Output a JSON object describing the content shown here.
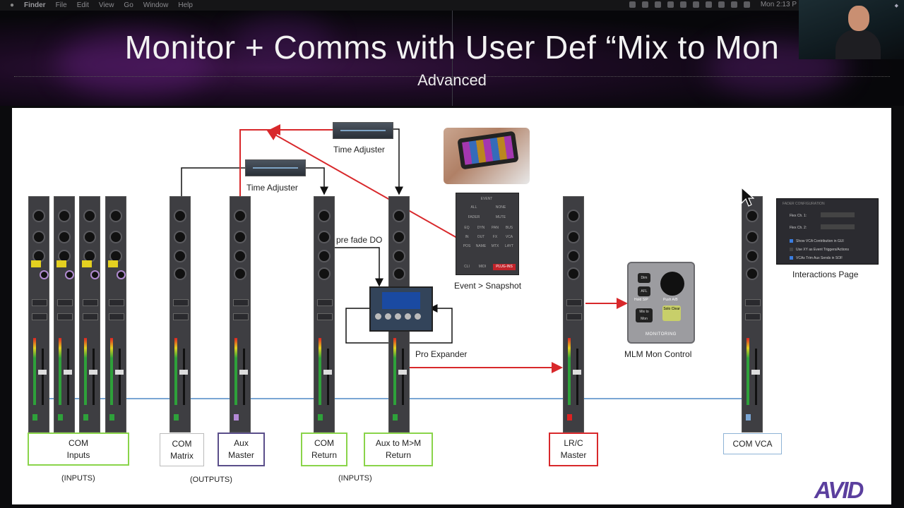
{
  "menubar": {
    "items": [
      "Finder",
      "File",
      "Edit",
      "View",
      "Go",
      "Window",
      "Help"
    ],
    "clock": "Mon 2:13 P"
  },
  "slide": {
    "title": "Monitor + Comms with User Def “Mix to Mon",
    "subtitle": "Advanced"
  },
  "diagram": {
    "time_adjuster_1": "Time Adjuster",
    "time_adjuster_2": "Time Adjuster",
    "pre_fade": "pre fade DO",
    "pro_expander": "Pro Expander",
    "event_snapshot": "Event > Snapshot",
    "mlm_mon_control": "MLM Mon Control",
    "interactions_page": "Interactions Page",
    "outputs_note": "(OUTPUTS)",
    "inputs_note_1": "(INPUTS)",
    "inputs_note_2": "(INPUTS)",
    "boxes": {
      "com_inputs": "COM\nInputs",
      "com_matrix": "COM\nMatrix",
      "aux_master": "Aux\nMaster",
      "com_return": "COM\nReturn",
      "aux_to_mm_return": "Aux to M>M\nReturn",
      "lrc_master": "LR/C\nMaster",
      "com_vca": "COM VCA"
    },
    "mlm_panel": {
      "dim": "Dim",
      "afl": "AFL",
      "hold_sip": "Hold SIP",
      "push_ab": "Push A/B",
      "mix_to_mon": "Mix to Mon",
      "solo_clear": "Solo Clear",
      "footer": "MONITORING"
    },
    "event_panel": {
      "header": "EVENT",
      "cells": [
        "ALL",
        "NONE",
        "FADER",
        "MUTE",
        "EQ",
        "DYN",
        "PAN",
        "BUS",
        "IN",
        "OUT",
        "FX",
        "VCA",
        "POS",
        "NAME",
        "MTX",
        "LAYT",
        "CLI",
        "MIDI",
        "PLUG-INS"
      ]
    },
    "inter_panel": {
      "header": "FADER CONFIGURATION",
      "flex1": "Flex Ch. 1:",
      "flex2": "Flex Ch. 2:",
      "opt1": "Show VCA Contribution in GUI",
      "opt2": "Use XY as Event Triggers/Actions",
      "opt3": "VCAs Trim Aux Sends in SOF"
    },
    "avid_logo": "AVID"
  },
  "colors": {
    "arrow_red": "#d8282b",
    "signal_blue": "#7aa6d4",
    "box_green": "#8ad44a",
    "box_purple": "#5a4e8a",
    "avid_purple": "#5b3f9e"
  }
}
